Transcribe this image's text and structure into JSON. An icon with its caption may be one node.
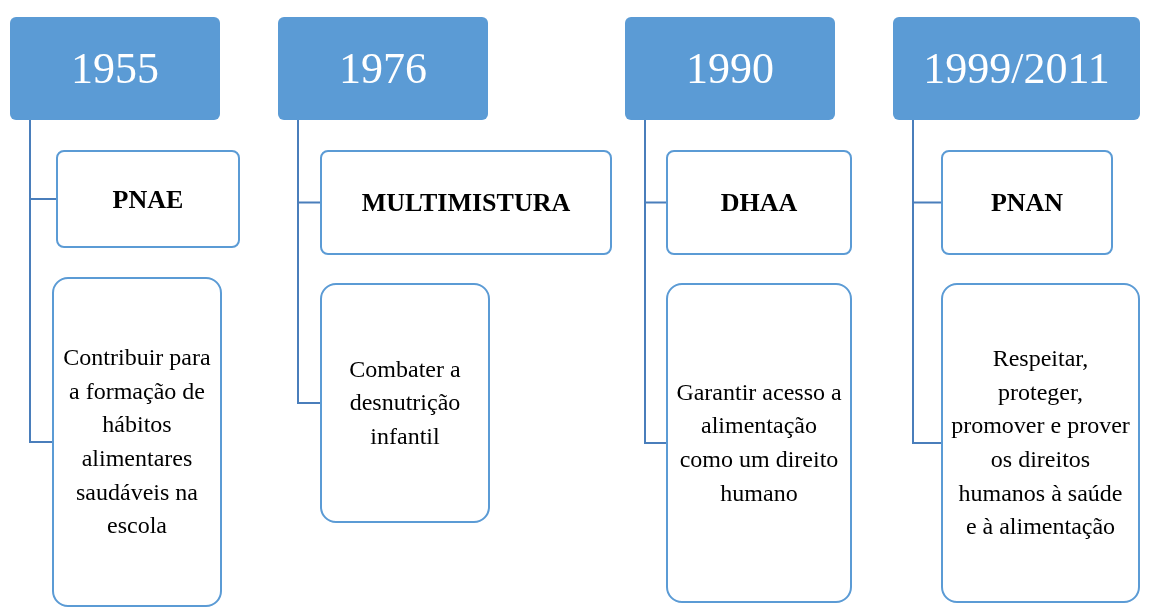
{
  "diagram": {
    "nodes": [
      {
        "text": [
          "1955"
        ]
      },
      {
        "text": [
          "PNAE"
        ]
      },
      {
        "text": [
          "Contribuir para a formação de hábitos alimentares saudáveis na escola"
        ]
      },
      {
        "text": [
          "1976"
        ]
      },
      {
        "text": [
          "MULTIMISTURA"
        ]
      },
      {
        "text": [
          "Combater a desnutrição infantil"
        ]
      },
      {
        "text": [
          "1990"
        ]
      },
      {
        "text": [
          "DHAA"
        ]
      },
      {
        "text": [
          "Garantir acesso a alimentação como um direito humano"
        ]
      },
      {
        "text": [
          "1999/2011"
        ]
      },
      {
        "text": [
          "PNAN"
        ]
      },
      {
        "text": [
          "Respeitar, proteger, promover e prover os direitos humanos à saúde e à alimentação"
        ]
      }
    ],
    "edges": [
      {
        "from": 0,
        "to": 1,
        "arrow": "none"
      },
      {
        "from": 0,
        "to": 2,
        "arrow": "none"
      },
      {
        "from": 3,
        "to": 4,
        "arrow": "none"
      },
      {
        "from": 3,
        "to": 5,
        "arrow": "none"
      },
      {
        "from": 6,
        "to": 7,
        "arrow": "none"
      },
      {
        "from": 6,
        "to": 8,
        "arrow": "none"
      },
      {
        "from": 9,
        "to": 10,
        "arrow": "none"
      },
      {
        "from": 9,
        "to": 11,
        "arrow": "none"
      }
    ]
  }
}
